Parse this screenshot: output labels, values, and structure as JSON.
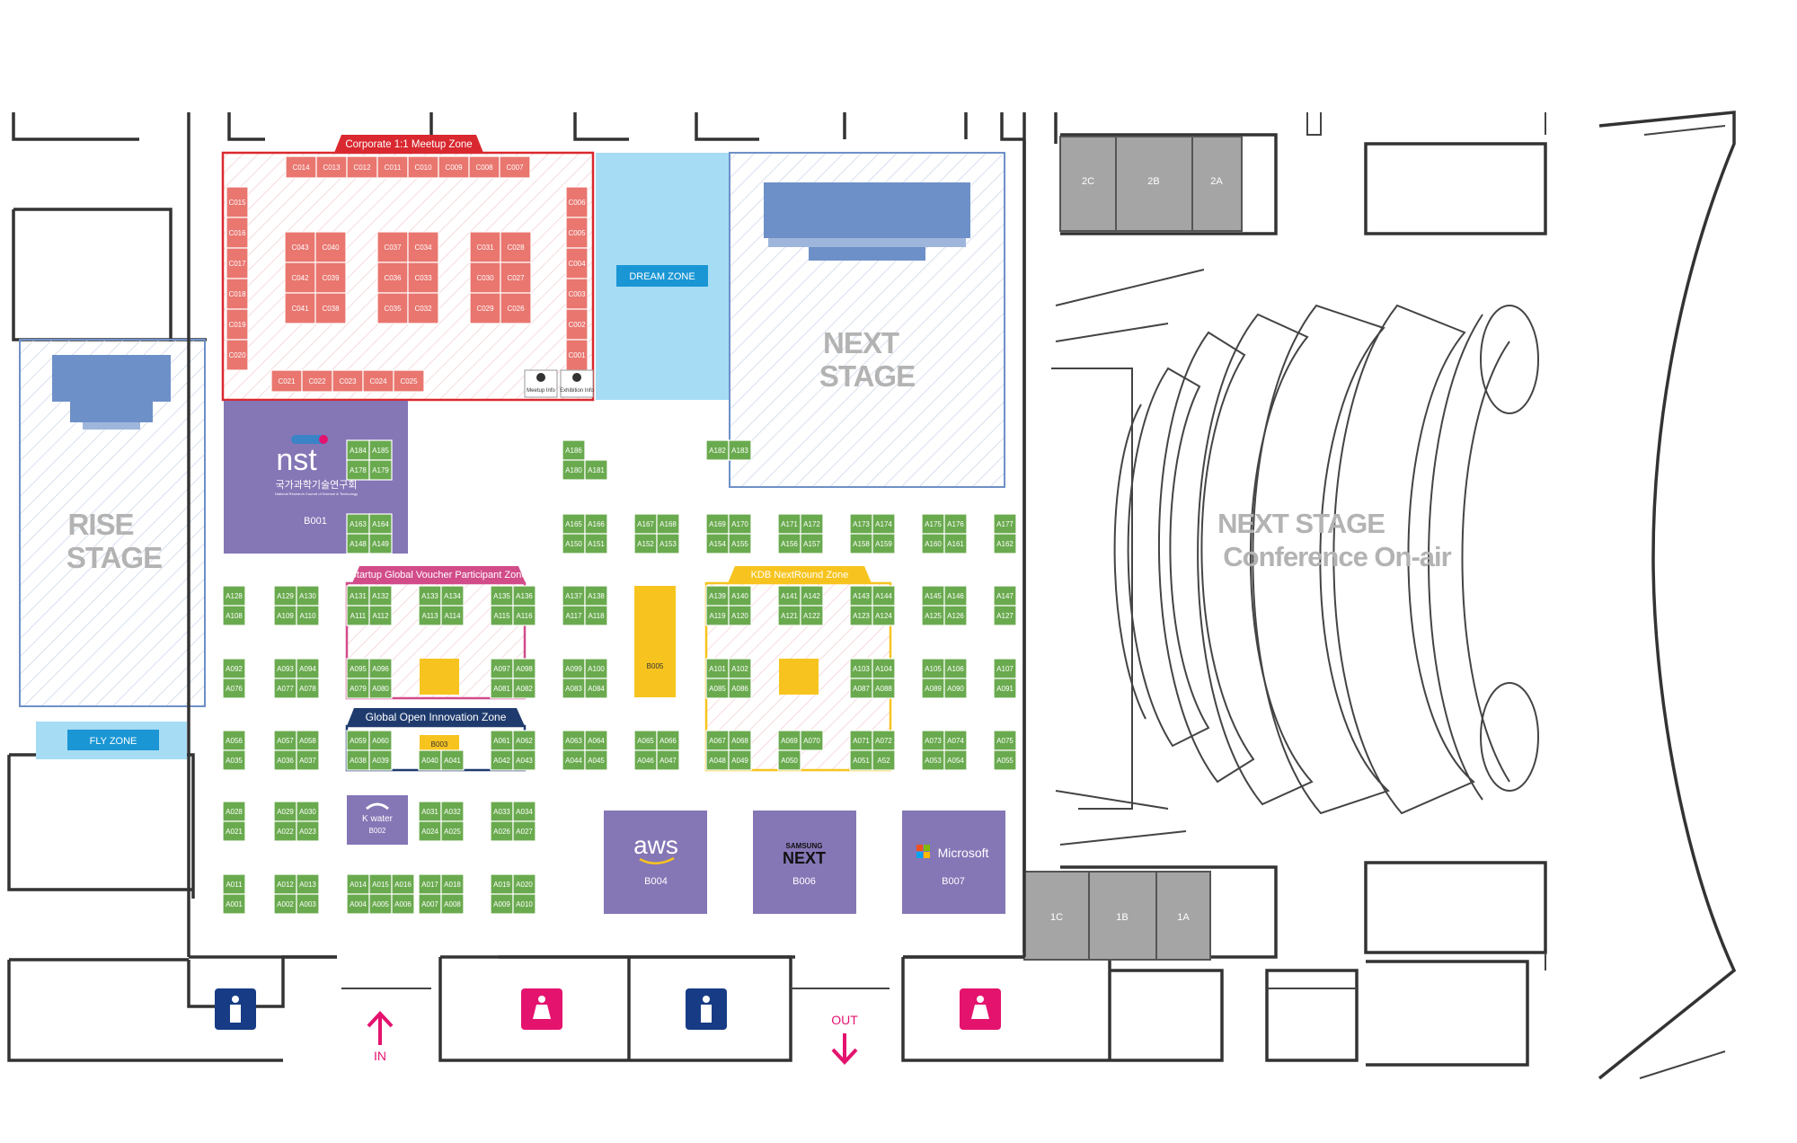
{
  "zones": {
    "corporate_meetup": "Corporate 1:1 Meetup Zone",
    "dream": "DREAM ZONE",
    "next_stage": [
      "NEXT",
      "STAGE"
    ],
    "rise_stage": [
      "RISE",
      "STAGE"
    ],
    "fly": "FLY ZONE",
    "startup_voucher": "Startup Global Voucher Participant Zone",
    "kdb_nextround": "KDB NextRound Zone",
    "global_open": "Global Open Innovation Zone",
    "conference": [
      "NEXT STAGE",
      "Conference On-air"
    ]
  },
  "info_icons": {
    "meetup": "Meetup Info",
    "exhibition": "Exhibition Info"
  },
  "rooms": {
    "top": [
      "2C",
      "2B",
      "2A"
    ],
    "bottom": [
      "1C",
      "1B",
      "1A"
    ]
  },
  "sponsors": {
    "b001": {
      "code": "B001",
      "brand": "nst",
      "sub": "국가과학기술연구회",
      "tiny": "National Research Council of Science & Technology"
    },
    "b002": {
      "code": "B002",
      "brand": "K water"
    },
    "b003": {
      "code": "B003"
    },
    "b004": {
      "code": "B004",
      "brand": "aws"
    },
    "b005": {
      "code": "B005"
    },
    "b006": {
      "code": "B006",
      "brand_top": "SAMSUNG",
      "brand": "NEXT"
    },
    "b007": {
      "code": "B007",
      "brand": "Microsoft"
    }
  },
  "entrances": {
    "in": "IN",
    "out": "OUT"
  },
  "colors": {
    "booth_green": "#6aaa4f",
    "meetup_red": "#e9766f",
    "meetup_border": "#d9282f",
    "sponsor_purple": "#8576b6",
    "dream_blue": "#a6dcf4",
    "stage_blue": "#6e90c8",
    "voucher_pink": "#d24c8a",
    "kdb_yellow": "#f7c41f",
    "global_navy": "#1f3b6e",
    "restroom_men": "#173c85",
    "restroom_women": "#e4136e",
    "room_gray": "#a5a5a5"
  },
  "meetup_booths": [
    {
      "id": "C014",
      "col": 0,
      "row": 0,
      "g": "top"
    },
    {
      "id": "C013",
      "col": 1,
      "row": 0,
      "g": "top"
    },
    {
      "id": "C012",
      "col": 2,
      "row": 0,
      "g": "top"
    },
    {
      "id": "C011",
      "col": 3,
      "row": 0,
      "g": "top"
    },
    {
      "id": "C010",
      "col": 4,
      "row": 0,
      "g": "top"
    },
    {
      "id": "C009",
      "col": 5,
      "row": 0,
      "g": "top"
    },
    {
      "id": "C008",
      "col": 6,
      "row": 0,
      "g": "top"
    },
    {
      "id": "C007",
      "col": 7,
      "row": 0,
      "g": "top"
    },
    {
      "id": "C015",
      "col": 0,
      "row": 0,
      "g": "left"
    },
    {
      "id": "C016",
      "col": 0,
      "row": 1,
      "g": "left"
    },
    {
      "id": "C017",
      "col": 0,
      "row": 2,
      "g": "left"
    },
    {
      "id": "C018",
      "col": 0,
      "row": 3,
      "g": "left"
    },
    {
      "id": "C019",
      "col": 0,
      "row": 4,
      "g": "left"
    },
    {
      "id": "C020",
      "col": 0,
      "row": 5,
      "g": "left"
    },
    {
      "id": "C006",
      "col": 0,
      "row": 0,
      "g": "right"
    },
    {
      "id": "C005",
      "col": 0,
      "row": 1,
      "g": "right"
    },
    {
      "id": "C004",
      "col": 0,
      "row": 2,
      "g": "right"
    },
    {
      "id": "C003",
      "col": 0,
      "row": 3,
      "g": "right"
    },
    {
      "id": "C002",
      "col": 0,
      "row": 4,
      "g": "right"
    },
    {
      "id": "C001",
      "col": 0,
      "row": 5,
      "g": "right"
    },
    {
      "id": "C021",
      "col": 0,
      "row": 0,
      "g": "bottom"
    },
    {
      "id": "C022",
      "col": 1,
      "row": 0,
      "g": "bottom"
    },
    {
      "id": "C023",
      "col": 2,
      "row": 0,
      "g": "bottom"
    },
    {
      "id": "C024",
      "col": 3,
      "row": 0,
      "g": "bottom"
    },
    {
      "id": "C025",
      "col": 4,
      "row": 0,
      "g": "bottom"
    },
    {
      "id": "C043",
      "col": 0,
      "row": 0,
      "g": "i1"
    },
    {
      "id": "C040",
      "col": 1,
      "row": 0,
      "g": "i1"
    },
    {
      "id": "C042",
      "col": 0,
      "row": 1,
      "g": "i1"
    },
    {
      "id": "C039",
      "col": 1,
      "row": 1,
      "g": "i1"
    },
    {
      "id": "C041",
      "col": 0,
      "row": 2,
      "g": "i1"
    },
    {
      "id": "C038",
      "col": 1,
      "row": 2,
      "g": "i1"
    },
    {
      "id": "C037",
      "col": 0,
      "row": 0,
      "g": "i2"
    },
    {
      "id": "C034",
      "col": 1,
      "row": 0,
      "g": "i2"
    },
    {
      "id": "C036",
      "col": 0,
      "row": 1,
      "g": "i2"
    },
    {
      "id": "C033",
      "col": 1,
      "row": 1,
      "g": "i2"
    },
    {
      "id": "C035",
      "col": 0,
      "row": 2,
      "g": "i2"
    },
    {
      "id": "C032",
      "col": 1,
      "row": 2,
      "g": "i2"
    },
    {
      "id": "C031",
      "col": 0,
      "row": 0,
      "g": "i3"
    },
    {
      "id": "C028",
      "col": 1,
      "row": 0,
      "g": "i3"
    },
    {
      "id": "C030",
      "col": 0,
      "row": 1,
      "g": "i3"
    },
    {
      "id": "C027",
      "col": 1,
      "row": 1,
      "g": "i3"
    },
    {
      "id": "C029",
      "col": 0,
      "row": 2,
      "g": "i3"
    },
    {
      "id": "C026",
      "col": 1,
      "row": 2,
      "g": "i3"
    }
  ],
  "booth_rows": [
    {
      "row": 0,
      "pairs": [
        [
          2,
          [
            "A184",
            "A185"
          ]
        ],
        [
          4,
          [
            "A186"
          ]
        ],
        [
          6,
          [
            "A182",
            "A183"
          ]
        ]
      ],
      "row2": [
        [
          2,
          [
            "A178",
            "A179"
          ]
        ],
        [
          4,
          [
            "A180",
            "A181"
          ]
        ]
      ]
    },
    {
      "row": 1,
      "pairs": [
        [
          2,
          [
            "A163",
            "A164"
          ]
        ],
        [
          4,
          [
            "A165",
            "A166"
          ]
        ],
        [
          5,
          [
            "A167",
            "A168"
          ]
        ],
        [
          6,
          [
            "A169",
            "A170"
          ]
        ],
        [
          7,
          [
            "A171",
            "A172"
          ]
        ],
        [
          8,
          [
            "A173",
            "A174"
          ]
        ],
        [
          9,
          [
            "A175",
            "A176"
          ]
        ],
        [
          10,
          [
            "A177"
          ]
        ]
      ],
      "row2": [
        [
          2,
          [
            "A148",
            "A149"
          ]
        ],
        [
          4,
          [
            "A150",
            "A151"
          ]
        ],
        [
          5,
          [
            "A152",
            "A153"
          ]
        ],
        [
          6,
          [
            "A154",
            "A155"
          ]
        ],
        [
          7,
          [
            "A156",
            "A157"
          ]
        ],
        [
          8,
          [
            "A158",
            "A159"
          ]
        ],
        [
          9,
          [
            "A160",
            "A161"
          ]
        ],
        [
          10,
          [
            "A162"
          ]
        ]
      ]
    },
    {
      "row": 2,
      "pairs": [
        [
          0,
          [
            "A128"
          ]
        ],
        [
          1,
          [
            "A129",
            "A130"
          ]
        ],
        [
          2,
          [
            "A131",
            "A132"
          ]
        ],
        [
          3,
          [
            "A133",
            "A134"
          ]
        ],
        [
          3.9,
          [
            "A135",
            "A136"
          ]
        ],
        [
          4,
          [
            "A137",
            "A138"
          ]
        ],
        [
          6,
          [
            "A139",
            "A140"
          ]
        ],
        [
          7,
          [
            "A141",
            "A142"
          ]
        ],
        [
          8,
          [
            "A143",
            "A144"
          ]
        ],
        [
          9,
          [
            "A145",
            "A146"
          ]
        ],
        [
          10,
          [
            "A147"
          ]
        ]
      ],
      "row2": [
        [
          0,
          [
            "A108"
          ]
        ],
        [
          1,
          [
            "A109",
            "A110"
          ]
        ],
        [
          2,
          [
            "A111",
            "A112"
          ]
        ],
        [
          3,
          [
            "A113",
            "A114"
          ]
        ],
        [
          3.9,
          [
            "A115",
            "A116"
          ]
        ],
        [
          4,
          [
            "A117",
            "A118"
          ]
        ],
        [
          6,
          [
            "A119",
            "A120"
          ]
        ],
        [
          7,
          [
            "A121",
            "A122"
          ]
        ],
        [
          8,
          [
            "A123",
            "A124"
          ]
        ],
        [
          9,
          [
            "A125",
            "A126"
          ]
        ],
        [
          10,
          [
            "A127"
          ]
        ]
      ]
    },
    {
      "row": 3,
      "pairs": [
        [
          0,
          [
            "A092"
          ]
        ],
        [
          1,
          [
            "A093",
            "A094"
          ]
        ],
        [
          2,
          [
            "A095",
            "A096"
          ]
        ],
        [
          3.9,
          [
            "A097",
            "A098"
          ]
        ],
        [
          4,
          [
            "A099",
            "A100"
          ]
        ],
        [
          6,
          [
            "A101",
            "A102"
          ]
        ],
        [
          8,
          [
            "A103",
            "A104"
          ]
        ],
        [
          9,
          [
            "A105",
            "A106"
          ]
        ],
        [
          10,
          [
            "A107"
          ]
        ]
      ],
      "row2": [
        [
          0,
          [
            "A076"
          ]
        ],
        [
          1,
          [
            "A077",
            "A078"
          ]
        ],
        [
          2,
          [
            "A079",
            "A080"
          ]
        ],
        [
          3.9,
          [
            "A081",
            "A082"
          ]
        ],
        [
          4,
          [
            "A083",
            "A084"
          ]
        ],
        [
          6,
          [
            "A085",
            "A086"
          ]
        ],
        [
          8,
          [
            "A087",
            "A088"
          ]
        ],
        [
          9,
          [
            "A089",
            "A090"
          ]
        ],
        [
          10,
          [
            "A091"
          ]
        ]
      ]
    },
    {
      "row": 4,
      "pairs": [
        [
          0,
          [
            "A056"
          ]
        ],
        [
          1,
          [
            "A057",
            "A058"
          ]
        ],
        [
          2,
          [
            "A059",
            "A060"
          ]
        ],
        [
          3.9,
          [
            "A061",
            "A062"
          ]
        ],
        [
          4,
          [
            "A063",
            "A064"
          ]
        ],
        [
          5,
          [
            "A065",
            "A066"
          ]
        ],
        [
          6,
          [
            "A067",
            "A068"
          ]
        ],
        [
          7,
          [
            "A069",
            "A070"
          ]
        ],
        [
          8,
          [
            "A071",
            "A072"
          ]
        ],
        [
          9,
          [
            "A073",
            "A074"
          ]
        ],
        [
          10,
          [
            "A075"
          ]
        ]
      ],
      "row2": [
        [
          0,
          [
            "A035"
          ]
        ],
        [
          1,
          [
            "A036",
            "A037"
          ]
        ],
        [
          2,
          [
            "A038",
            "A039"
          ]
        ],
        [
          3,
          [
            "A040",
            "A041"
          ]
        ],
        [
          3.9,
          [
            "A042",
            "A043"
          ]
        ],
        [
          4,
          [
            "A044",
            "A045"
          ]
        ],
        [
          5,
          [
            "A046",
            "A047"
          ]
        ],
        [
          6,
          [
            "A048",
            "A049"
          ]
        ],
        [
          7,
          [
            "A050"
          ]
        ],
        [
          8,
          [
            "A051",
            "A52"
          ]
        ],
        [
          9,
          [
            "A053",
            "A054"
          ]
        ],
        [
          10,
          [
            "A055"
          ]
        ]
      ]
    },
    {
      "row": 5,
      "pairs": [
        [
          0,
          [
            "A028"
          ]
        ],
        [
          1,
          [
            "A029",
            "A030"
          ]
        ],
        [
          3,
          [
            "A031",
            "A032"
          ]
        ],
        [
          3.9,
          [
            "A033",
            "A034"
          ]
        ]
      ],
      "row2": [
        [
          0,
          [
            "A021"
          ]
        ],
        [
          1,
          [
            "A022",
            "A023"
          ]
        ],
        [
          3,
          [
            "A024",
            "A025"
          ]
        ],
        [
          3.9,
          [
            "A026",
            "A027"
          ]
        ]
      ]
    },
    {
      "row": 6,
      "pairs": [
        [
          0,
          [
            "A011"
          ]
        ],
        [
          1,
          [
            "A012",
            "A013"
          ]
        ],
        [
          2,
          [
            "A014",
            "A015",
            "A016"
          ]
        ],
        [
          3,
          [
            "A017",
            "A018"
          ]
        ],
        [
          3.9,
          [
            "A019",
            "A020"
          ]
        ]
      ],
      "row2": [
        [
          0,
          [
            "A001"
          ]
        ],
        [
          1,
          [
            "A002",
            "A003"
          ]
        ],
        [
          2,
          [
            "A004",
            "A005",
            "A006"
          ]
        ],
        [
          3,
          [
            "A007",
            "A008"
          ]
        ],
        [
          3.9,
          [
            "A009",
            "A010"
          ]
        ]
      ]
    }
  ]
}
